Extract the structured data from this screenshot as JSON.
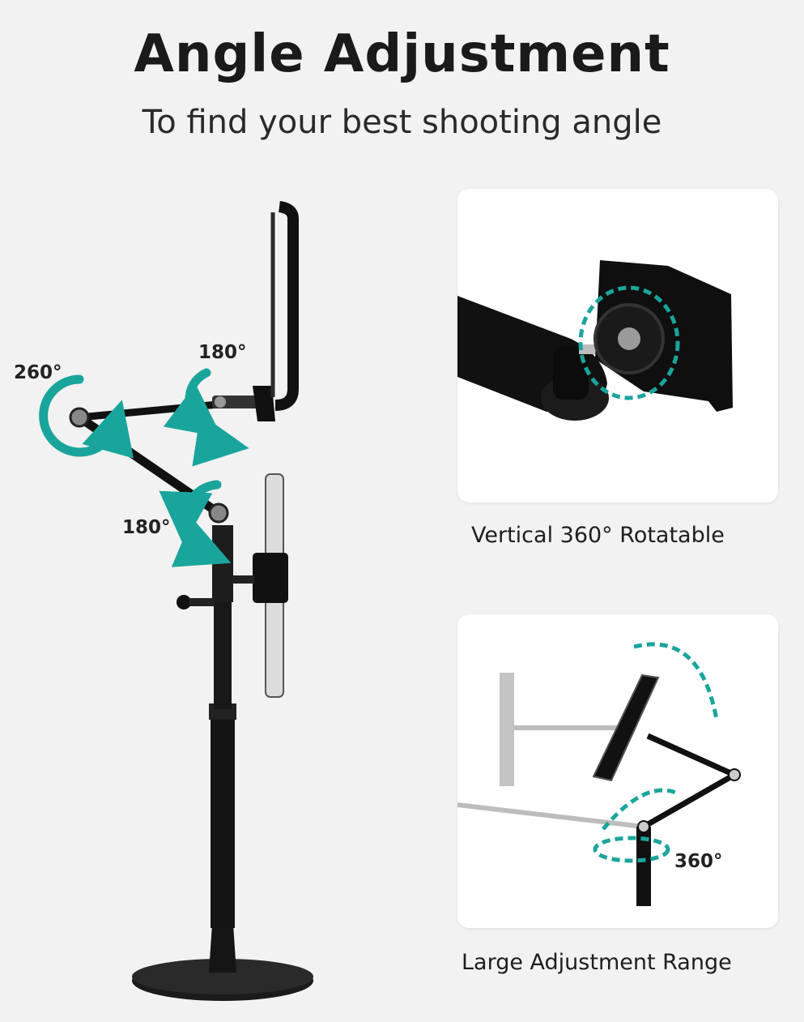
{
  "header": {
    "title": "Angle Adjustment",
    "subtitle": "To find your best shooting angle"
  },
  "main": {
    "labels": {
      "upper_joint": "180°",
      "elbow_joint": "260°",
      "lower_joint": "180°"
    }
  },
  "panels": [
    {
      "caption": "Vertical 360° Rotatable"
    },
    {
      "caption": "Large Adjustment Range",
      "label": "360°"
    }
  ],
  "colors": {
    "accent": "#1aa59c",
    "stand": "#111111",
    "background": "#f2f2f2",
    "panel": "#ffffff"
  }
}
